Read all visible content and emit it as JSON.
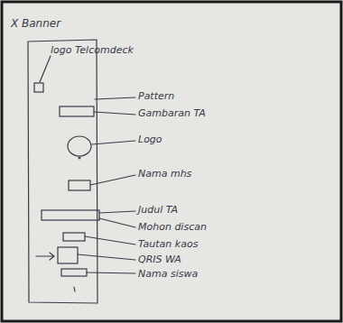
{
  "diagram": {
    "title": "X Banner",
    "labels": [
      "logo Telcomdeck",
      "Pattern",
      "Gambaran TA",
      "Logo",
      "Nama mhs",
      "Judul TA",
      "Mohon discan",
      "Tautan kaos",
      "QRIS WA",
      "Nama siswa"
    ]
  }
}
